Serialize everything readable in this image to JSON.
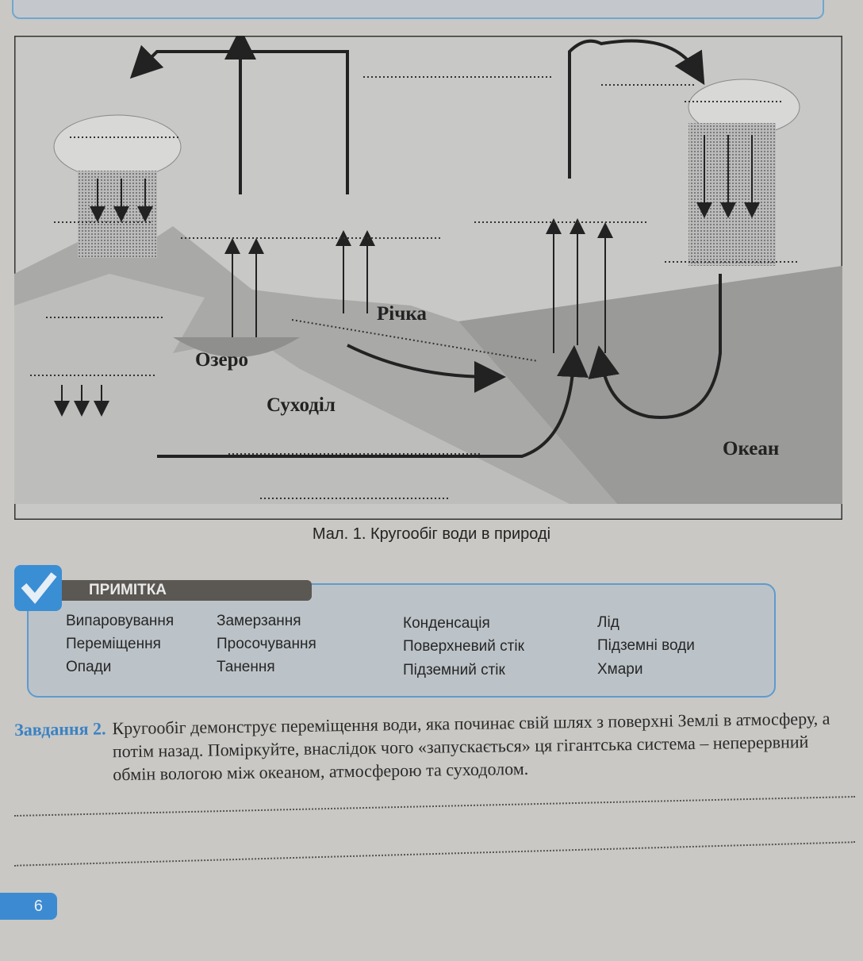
{
  "figure": {
    "labels": {
      "river": "Річка",
      "lake": "Озеро",
      "land": "Суходіл",
      "ocean": "Океан"
    },
    "caption": "Мал. 1. Кругообіг води в природі"
  },
  "note": {
    "title": "ПРИМІТКА",
    "columns": [
      [
        "Випаровування",
        "Переміщення",
        "Опади"
      ],
      [
        "Замерзання",
        "Просочування",
        "Танення"
      ],
      [
        "Конденсація",
        "Поверхневий стік",
        "Підземний стік"
      ],
      [
        "Лід",
        "Підземні води",
        "Хмари"
      ]
    ]
  },
  "task": {
    "label": "Завдання",
    "number": "2.",
    "text": "Кругообіг демонструє переміщення води, яка починає свій шлях з поверхні Землі в атмосферу, а потім назад. Поміркуйте, внаслідок чого «запускається» ця гігантська система – неперервний обмін вологою між океаном, атмосферою та суходолом."
  },
  "page_number": "6"
}
